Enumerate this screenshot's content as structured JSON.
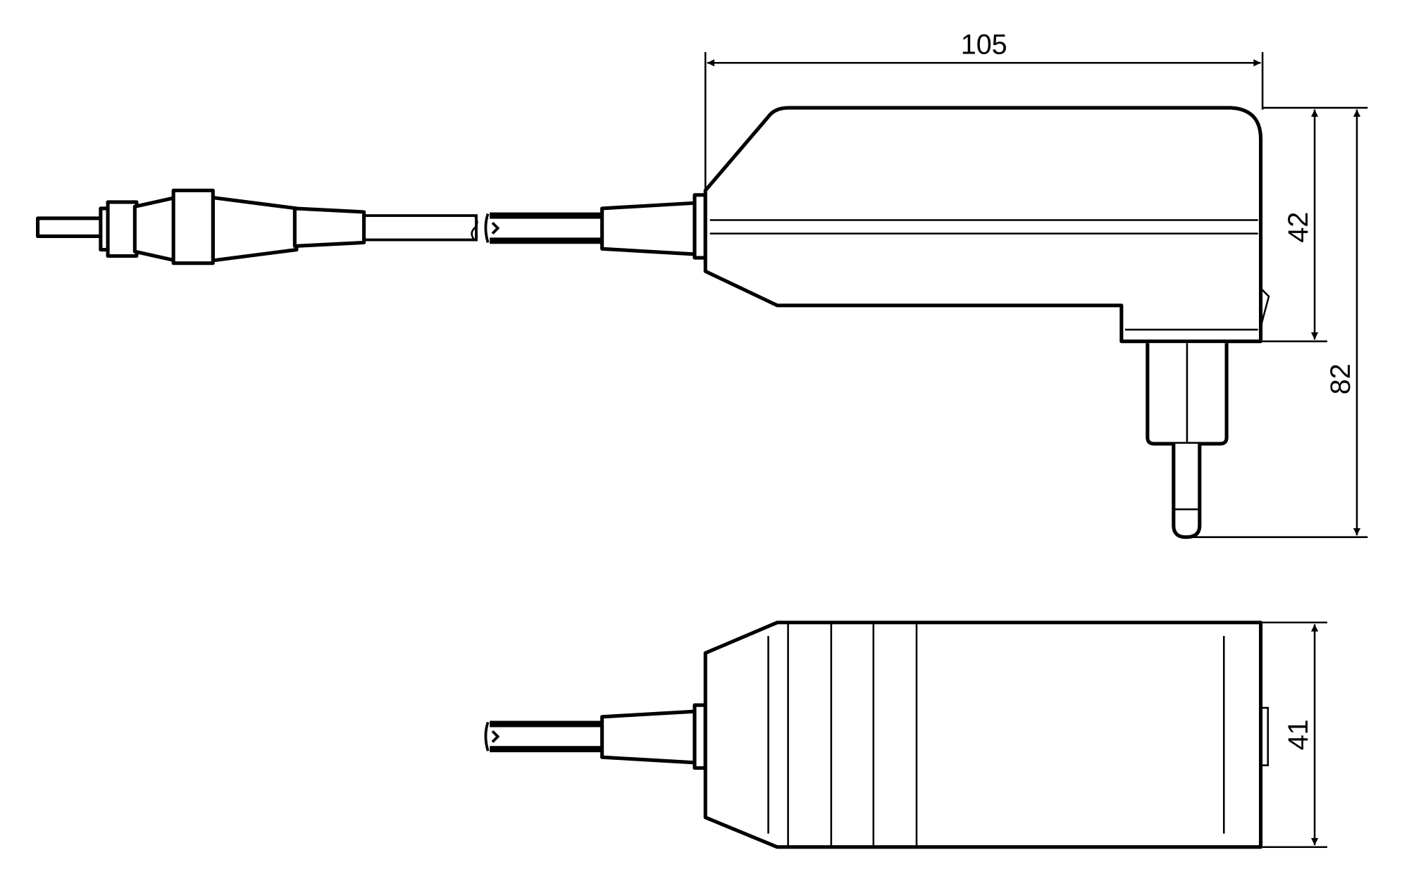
{
  "drawing": {
    "top_view": {
      "dimensions": {
        "length": "105",
        "body_height": "42",
        "total_height": "82"
      }
    },
    "bottom_view": {
      "dimensions": {
        "width": "41"
      }
    },
    "line_color": "#000000",
    "background_color": "#ffffff"
  }
}
